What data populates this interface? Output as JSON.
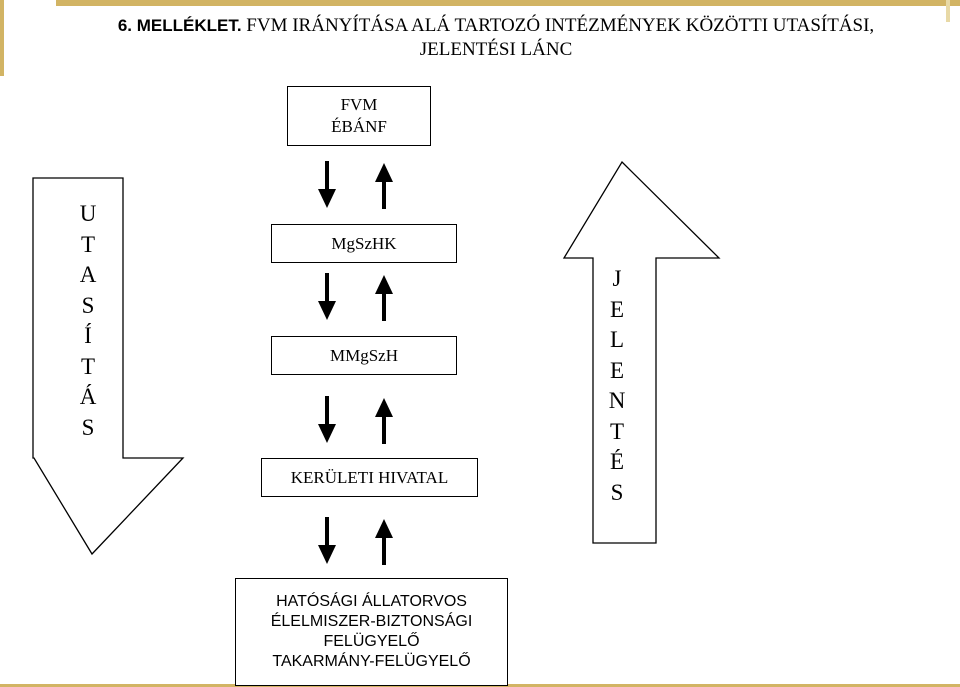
{
  "title": {
    "lead": "6. MELLÉKLET.",
    "line1": " FVM IRÁNYÍTÁSA ALÁ TARTOZÓ INTÉZMÉNYEK KÖZÖTTI UTASÍTÁSI,",
    "line2": "JELENTÉSI LÁNC"
  },
  "nodes": {
    "fvm": {
      "line1": "FVM",
      "line2": "ÉBÁNF"
    },
    "mgszhk": "MgSzHK",
    "mmgszh": "MMgSzH",
    "kerulet": "KERÜLETI HIVATAL",
    "hatosagi": {
      "line1": "HATÓSÁGI ÁLLATORVOS",
      "line2": "ÉLELMISZER-BIZTONSÁGI",
      "line3": "FELÜGYELŐ",
      "line4": "TAKARMÁNY-FELÜGYELŐ"
    }
  },
  "utasitas_letters": [
    "U",
    "T",
    "A",
    "S",
    "Í",
    "T",
    "Á",
    "S"
  ],
  "jelentes_letters": [
    "J",
    "E",
    "L",
    "E",
    "N",
    "T",
    "É",
    "S"
  ]
}
